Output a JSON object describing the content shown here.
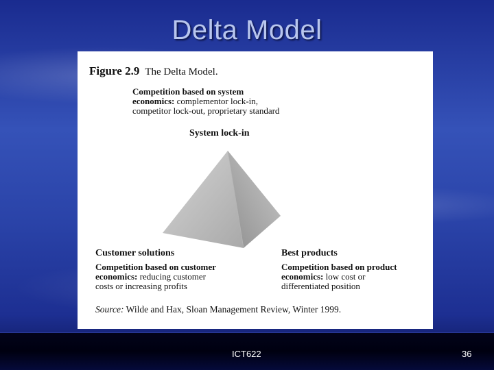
{
  "slide": {
    "title": "Delta Model"
  },
  "figure": {
    "number": "Figure 2.9",
    "caption": "The Delta Model.",
    "top_block": {
      "line1_bold": "Competition based on system",
      "line2_bold": "economics:",
      "line2_rest": " complementor lock-in,",
      "line3": "competitor lock-out, proprietary standard"
    },
    "apex_label": "System lock-in",
    "left_block": {
      "heading": "Customer solutions",
      "line1_bold": "Competition based on customer",
      "line2_bold": "economics:",
      "line2_rest": " reducing customer",
      "line3": "costs or increasing profits"
    },
    "right_block": {
      "heading": "Best products",
      "line1_bold": "Competition based on product",
      "line2_bold": "economics:",
      "line2_rest": " low cost or",
      "line3": "differentiated position"
    },
    "source_label": "Source:",
    "source_text": " Wilde and Hax, Sloan Management Review, Winter 1999."
  },
  "footer": {
    "course": "ICT622",
    "page": "36"
  },
  "colors": {
    "background": "#2a43a8",
    "title": "#b8c6ee",
    "footer": "#000010"
  }
}
